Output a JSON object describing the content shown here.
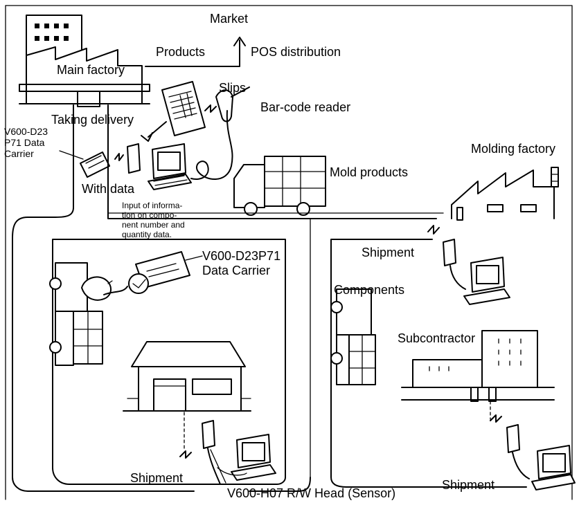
{
  "labels": {
    "market": "Market",
    "products": "Products",
    "pos_distribution": "POS distribution",
    "main_factory": "Main factory",
    "slips": "Slips",
    "barcode_reader": "Bar-code reader",
    "taking_delivery": "Taking delivery",
    "data_carrier_small": [
      "V600-D23",
      "P71 Data",
      "Carrier"
    ],
    "with_data": "With data",
    "input_info": [
      "Input of informa-",
      "tion on compo-",
      "nent number and",
      "quantity data."
    ],
    "mold_products": "Mold products",
    "molding_factory": "Molding factory",
    "data_carrier_large": [
      "V600-D23P71",
      "Data Carrier"
    ],
    "shipment_top": "Shipment",
    "components": "Components",
    "subcontractor": "Subcontractor",
    "shipment_left": "Shipment",
    "shipment_right": "Shipment",
    "rw_head": "V600-H07 R/W Head (Sensor)"
  }
}
